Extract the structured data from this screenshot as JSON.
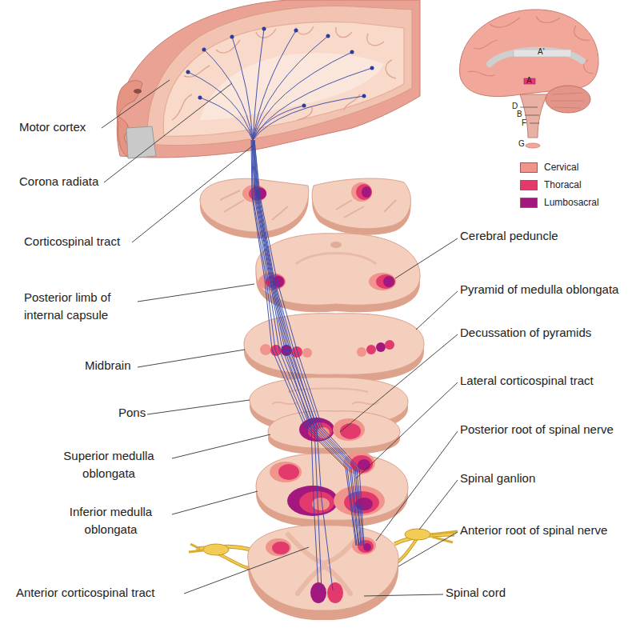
{
  "diagram": {
    "labels": [
      "Motor cortex",
      "Corona radiata",
      "Corticospinal tract",
      "Posterior limb of internal capsule",
      "Midbrain",
      "Pons",
      "Superior medulla oblongata",
      "Inferior medulla oblongata",
      "Anterior corticospinal tract",
      "Cerebral peduncle",
      "Pyramid of medulla oblongata",
      "Decussation of pyramids",
      "Lateral corticospinal tract",
      "Posterior root of spinal nerve",
      "Spinal ganlion",
      "Anterior root of spinal nerve",
      "Spinal cord",
      "A'",
      "A",
      "D",
      "B",
      "F",
      "G"
    ],
    "legend": [
      {
        "text": "Cervical",
        "color": "#f0948c"
      },
      {
        "text": "Thoracal",
        "color": "#e33a6e"
      },
      {
        "text": "Lumbosacral",
        "color": "#a2187f"
      }
    ]
  }
}
